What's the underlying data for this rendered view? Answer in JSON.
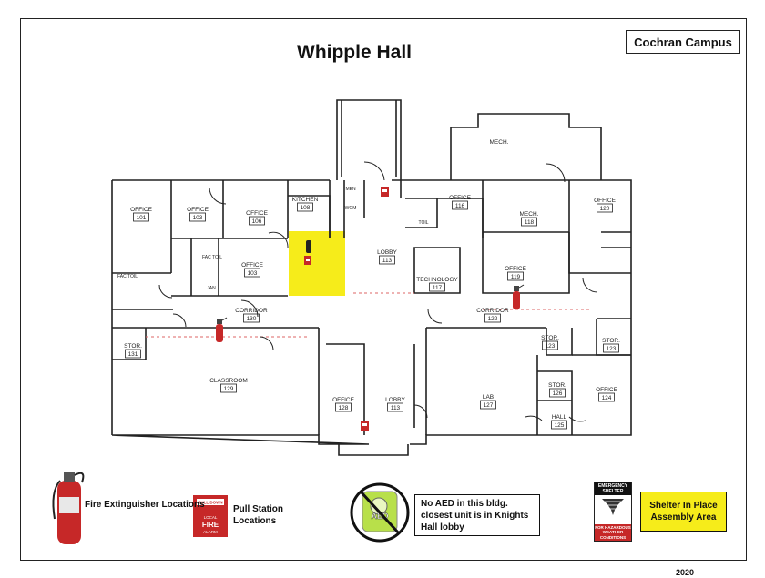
{
  "header": {
    "title": "Whipple Hall",
    "campus": "Cochran Campus",
    "year": "2020"
  },
  "rooms": [
    {
      "id": "r101",
      "name": "OFFICE",
      "number": "101"
    },
    {
      "id": "r103a",
      "name": "OFFICE",
      "number": "103"
    },
    {
      "id": "r106",
      "name": "OFFICE",
      "number": "106"
    },
    {
      "id": "r108",
      "name": "KITCHEN",
      "number": "108"
    },
    {
      "id": "r103b",
      "name": "OFFICE",
      "number": "103"
    },
    {
      "id": "r113a",
      "name": "LOBBY",
      "number": "113"
    },
    {
      "id": "r116",
      "name": "OFFICE",
      "number": "116"
    },
    {
      "id": "r117",
      "name": "TECHNOLOGY",
      "number": "117"
    },
    {
      "id": "r118",
      "name": "MECH.",
      "number": "118"
    },
    {
      "id": "r119",
      "name": "OFFICE",
      "number": "119"
    },
    {
      "id": "r120",
      "name": "OFFICE",
      "number": "120"
    },
    {
      "id": "r130",
      "name": "CORRIDOR",
      "number": "130"
    },
    {
      "id": "r122",
      "name": "CORRIDOR",
      "number": "122"
    },
    {
      "id": "r131",
      "name": "STOR.",
      "number": "131"
    },
    {
      "id": "r123a",
      "name": "STOR.",
      "number": "123"
    },
    {
      "id": "r123b",
      "name": "STOR.",
      "number": "123"
    },
    {
      "id": "r129",
      "name": "CLASSROOM",
      "number": "129"
    },
    {
      "id": "r128",
      "name": "OFFICE",
      "number": "128"
    },
    {
      "id": "r113b",
      "name": "LOBBY",
      "number": "113"
    },
    {
      "id": "r127",
      "name": "LAB",
      "number": "127"
    },
    {
      "id": "r126",
      "name": "STOR.",
      "number": "126"
    },
    {
      "id": "r125",
      "name": "HALL",
      "number": "125"
    },
    {
      "id": "r124",
      "name": "OFFICE",
      "number": "124"
    }
  ],
  "small_labels": {
    "mech_top": "MECH.",
    "men": "MEN",
    "wom": "WOM",
    "toil": "TOIL",
    "fac_toil_a": "FAC TOIL",
    "fac_toil_b": "FAC TOIL",
    "jan": "JAN"
  },
  "legend": {
    "extinguisher": "Fire Extinguisher Locations",
    "pull_station": "Pull Station Locations",
    "pull_station_sign_top": "PULL DOWN",
    "pull_station_sign_mid": "LOCAL",
    "pull_station_sign_fire": "FIRE",
    "pull_station_sign_bottom": "ALARM",
    "aed_icon_text": "AED",
    "aed_note": "No AED in this bldg. closest unit is in Knights Hall lobby",
    "shelter_sign_top": "EMERGENCY SHELTER",
    "shelter_sign_bottom": "FOR HAZARDOUS WEATHER CONDITIONS",
    "shelter_area": "Shelter In Place Assembly Area"
  },
  "colors": {
    "shelter_yellow": "#f6ec1a",
    "fire_red": "#c62828",
    "aed_green": "#b8e04a"
  }
}
